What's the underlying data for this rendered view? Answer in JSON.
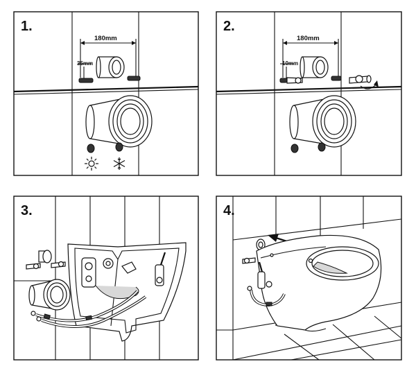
{
  "steps": [
    {
      "number": "1.",
      "dimension_horizontal": "180mm",
      "dimension_vertical": "35mm",
      "icons": [
        "sun-icon",
        "snowflake-icon"
      ]
    },
    {
      "number": "2.",
      "dimension_horizontal": "180mm",
      "dimension_vertical": "10mm",
      "icons": [
        "rotate-arrow-icon"
      ]
    },
    {
      "number": "3.",
      "icons": [
        "hose-icon"
      ]
    },
    {
      "number": "4.",
      "icons": [
        "push-arrow-icon"
      ]
    }
  ]
}
